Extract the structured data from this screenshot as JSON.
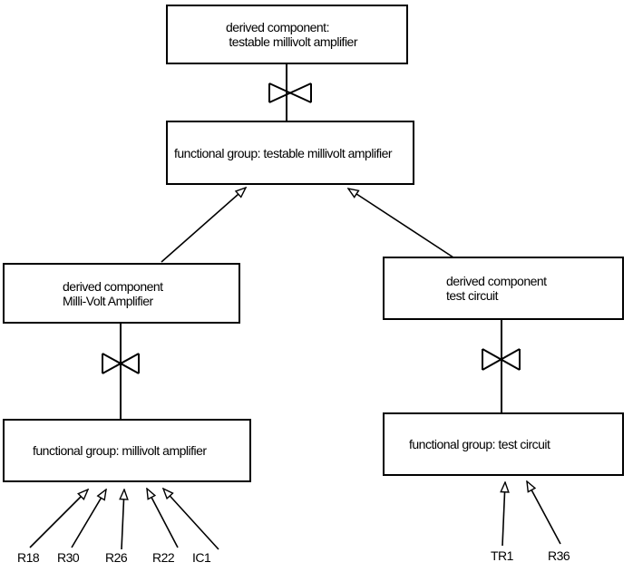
{
  "diagram": {
    "kind": "derivation-hierarchy-diagram",
    "nodes": {
      "derived_testable": {
        "line1": "derived component:",
        "line2": " testable millivolt amplifier"
      },
      "fg_testable": {
        "label": "functional group: testable millivolt amplifier"
      },
      "derived_mv": {
        "line1": "derived component",
        "line2": "Milli-Volt Amplifier"
      },
      "derived_test": {
        "line1": "derived component",
        "line2": "test circuit"
      },
      "fg_mv": {
        "label": "functional group: millivolt amplifier"
      },
      "fg_test": {
        "label": "functional group: test circuit"
      }
    },
    "leaves_left": [
      "R18",
      "R30",
      "R26",
      "R22",
      "IC1"
    ],
    "leaves_right": [
      "TR1",
      "R36"
    ],
    "colors": {
      "line": "#000000",
      "background": "#ffffff",
      "box_fill": "#ffffff"
    }
  }
}
